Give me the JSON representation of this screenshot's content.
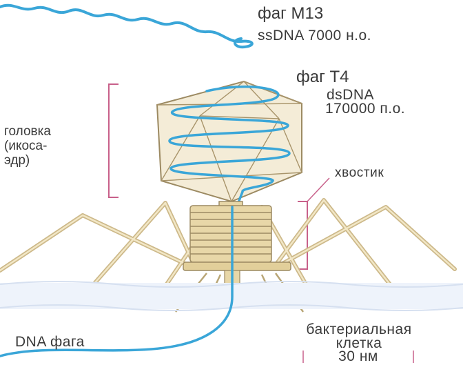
{
  "m13": {
    "title": "фаг М13",
    "genome": "ssDNA 7000 н.о."
  },
  "t4": {
    "title": "фаг Т4",
    "genome_line1": "dsDNA",
    "genome_line2": "170000 п.о."
  },
  "labels": {
    "head_line1": "головка",
    "head_line2": "(икоса-",
    "head_line3": "эдр)",
    "tail": "хвостик",
    "phage_dna": "DNA фага",
    "cell_line1": "бактериальная",
    "cell_line2": "клетка",
    "scale": "30 нм"
  },
  "colors": {
    "dna": "#3aa6d8",
    "protein": "#e8d7a8",
    "outline": "#9c8a62",
    "bracket": "#c8608a",
    "text": "#3a3a3a"
  }
}
